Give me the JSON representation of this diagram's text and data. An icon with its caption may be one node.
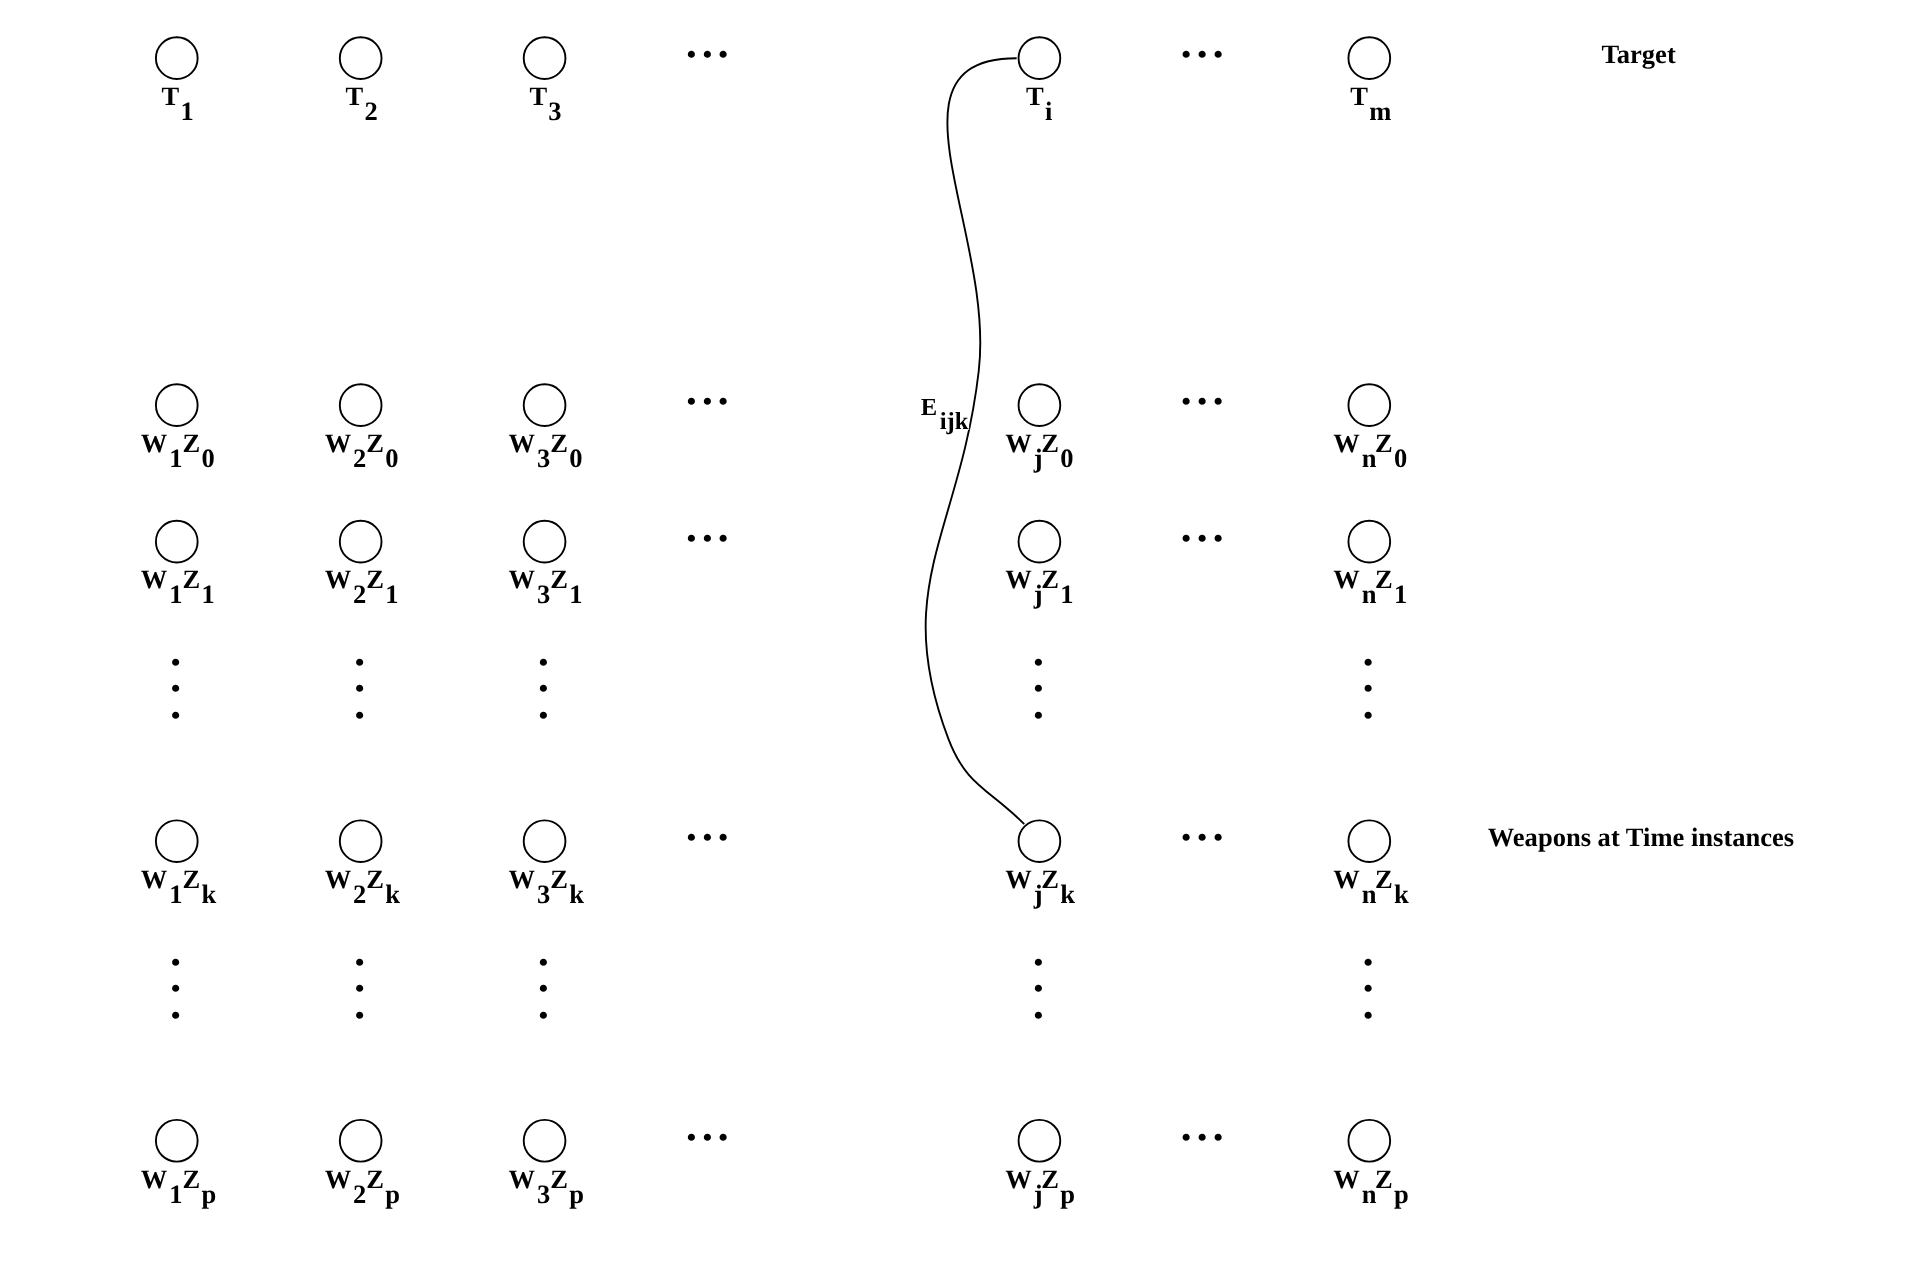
{
  "diagram": {
    "nodes": [
      {
        "text": [],
        "shape": "circle",
        "beside": [
          "T$_{1}$"
        ]
      },
      {
        "text": [],
        "shape": "circle",
        "beside": [
          "T$_{2}$"
        ]
      },
      {
        "text": [],
        "shape": "circle",
        "beside": [
          "T$_{3}$"
        ]
      },
      {
        "text": [],
        "shape": "circle",
        "beside": [
          "T$_{i}$"
        ]
      },
      {
        "text": [],
        "shape": "circle",
        "beside": [
          "T$_{m}$"
        ]
      },
      {
        "text": [],
        "shape": "circle",
        "beside": [
          "W$_{1}$Z$_{0}$"
        ]
      },
      {
        "text": [],
        "shape": "circle",
        "beside": [
          "W$_{2}$Z$_{0}$"
        ]
      },
      {
        "text": [],
        "shape": "circle",
        "beside": [
          "W$_{3}$Z$_{0}$"
        ]
      },
      {
        "text": [],
        "shape": "circle",
        "beside": [
          "W$_{j}$Z$_{0}$"
        ]
      },
      {
        "text": [],
        "shape": "circle",
        "beside": [
          "W$_{n}$Z$_{0}$"
        ]
      },
      {
        "text": [],
        "shape": "circle",
        "beside": [
          "W$_{1}$Z$_{1}$"
        ]
      },
      {
        "text": [],
        "shape": "circle",
        "beside": [
          "W$_{2}$Z$_{1}$"
        ]
      },
      {
        "text": [],
        "shape": "circle",
        "beside": [
          "W$_{3}$Z$_{1}$"
        ]
      },
      {
        "text": [],
        "shape": "circle",
        "beside": [
          "W$_{j}$Z$_{1}$"
        ]
      },
      {
        "text": [],
        "shape": "circle",
        "beside": [
          "W$_{n}$Z$_{1}$"
        ]
      },
      {
        "text": [],
        "shape": "circle",
        "beside": [
          "W$_{1}$Z$_{k}$"
        ]
      },
      {
        "text": [],
        "shape": "circle",
        "beside": [
          "W$_{2}$Z$_{k}$"
        ]
      },
      {
        "text": [],
        "shape": "circle",
        "beside": [
          "W$_{3}$Z$_{k}$"
        ]
      },
      {
        "text": [],
        "shape": "circle",
        "beside": [
          "W$_{j}$Z$_{k}$"
        ]
      },
      {
        "text": [],
        "shape": "circle",
        "beside": [
          "W$_{n}$Z$_{k}$"
        ]
      },
      {
        "text": [],
        "shape": "circle",
        "beside": [
          "W$_{1}$Z$_{p}$"
        ]
      },
      {
        "text": [],
        "shape": "circle",
        "beside": [
          "W$_{2}$Z$_{p}$"
        ]
      },
      {
        "text": [],
        "shape": "circle",
        "beside": [
          "W$_{3}$Z$_{p}$"
        ]
      },
      {
        "text": [],
        "shape": "circle",
        "beside": [
          "W$_{j}$Z$_{p}$"
        ]
      },
      {
        "text": [],
        "shape": "circle",
        "beside": [
          "W$_{n}$Z$_{p}$"
        ]
      }
    ],
    "edges": [
      {
        "from": 3,
        "to": 18,
        "arrow": "none",
        "label": "E$_{ijk}$"
      }
    ],
    "labels": [
      "• • •",
      "• • •",
      "Target",
      "• • •",
      "• • •",
      "• • •",
      "• • •",
      "• • •",
      "• • •",
      "• • •",
      "• • •",
      "• • •",
      "• • •",
      "• • •",
      "Weapons at Time instances",
      "• • •",
      "• • •",
      "• • •",
      "• • •",
      "• • •",
      "• • •",
      "• • •"
    ]
  }
}
